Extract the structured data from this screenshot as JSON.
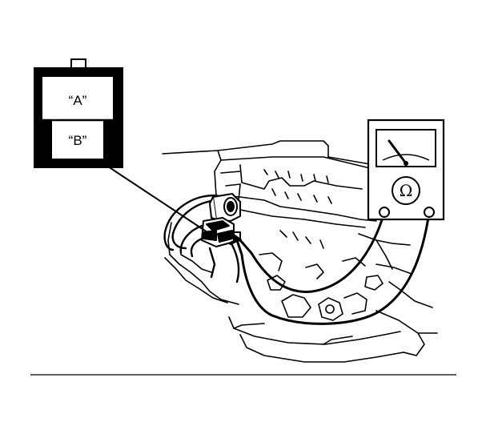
{
  "diagram": {
    "connector_callout": {
      "terminal_a_label": "“A”",
      "terminal_b_label": "“B”"
    },
    "ohmmeter": {
      "unit_symbol": "Ω"
    }
  },
  "colors": {
    "ink": "#000000",
    "paper": "#ffffff"
  }
}
